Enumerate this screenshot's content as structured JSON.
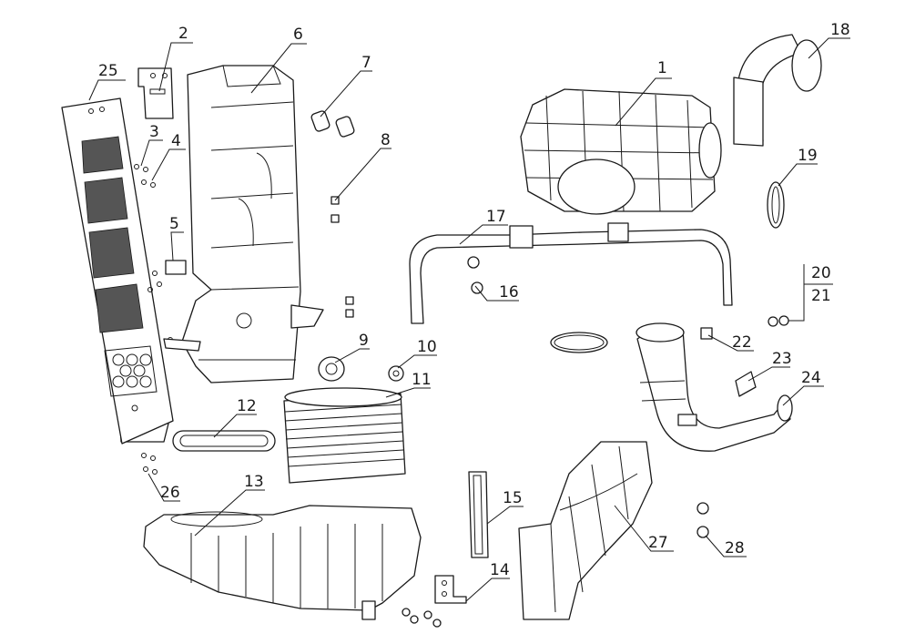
{
  "diagram": {
    "callouts": [
      {
        "id": "1",
        "label": "1"
      },
      {
        "id": "2",
        "label": "2"
      },
      {
        "id": "3",
        "label": "3"
      },
      {
        "id": "4",
        "label": "4"
      },
      {
        "id": "5",
        "label": "5"
      },
      {
        "id": "6",
        "label": "6"
      },
      {
        "id": "7",
        "label": "7"
      },
      {
        "id": "8",
        "label": "8"
      },
      {
        "id": "9",
        "label": "9"
      },
      {
        "id": "10",
        "label": "10"
      },
      {
        "id": "11",
        "label": "11"
      },
      {
        "id": "12",
        "label": "12"
      },
      {
        "id": "13",
        "label": "13"
      },
      {
        "id": "14",
        "label": "14"
      },
      {
        "id": "15",
        "label": "15"
      },
      {
        "id": "16",
        "label": "16"
      },
      {
        "id": "17",
        "label": "17"
      },
      {
        "id": "18",
        "label": "18"
      },
      {
        "id": "19",
        "label": "19"
      },
      {
        "id": "20",
        "label": "20"
      },
      {
        "id": "21",
        "label": "21"
      },
      {
        "id": "22",
        "label": "22"
      },
      {
        "id": "23",
        "label": "23"
      },
      {
        "id": "24",
        "label": "24"
      },
      {
        "id": "25",
        "label": "25"
      },
      {
        "id": "26",
        "label": "26"
      },
      {
        "id": "27",
        "label": "27"
      },
      {
        "id": "28",
        "label": "28"
      }
    ]
  }
}
